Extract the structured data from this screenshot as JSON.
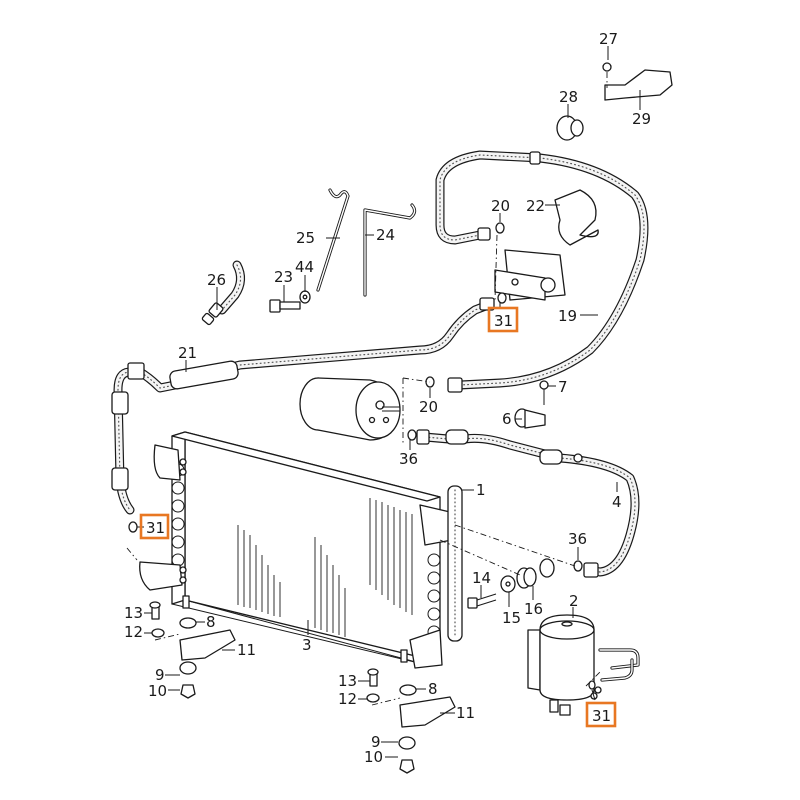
{
  "diagram": {
    "title": "Air conditioning system - exploded parts view",
    "highlight_color": "#E87722",
    "line_color": "#1a1a1a",
    "highlighted_part": "31",
    "callouts": {
      "c1": "1",
      "c2": "2",
      "c3": "3",
      "c4": "4",
      "c6": "6",
      "c7": "7",
      "c8a": "8",
      "c8b": "8",
      "c9a": "9",
      "c9b": "9",
      "c10a": "10",
      "c10b": "10",
      "c11a": "11",
      "c11b": "11",
      "c12a": "12",
      "c12b": "12",
      "c13a": "13",
      "c13b": "13",
      "c14": "14",
      "c15": "15",
      "c16": "16",
      "c19": "19",
      "c20a": "20",
      "c20b": "20",
      "c21": "21",
      "c22": "22",
      "c23": "23",
      "c24": "24",
      "c25": "25",
      "c26": "26",
      "c27": "27",
      "c28": "28",
      "c29": "29",
      "c36a": "36",
      "c36b": "36",
      "c44": "44",
      "c31a": "31",
      "c31b": "31",
      "c31c": "31"
    }
  }
}
